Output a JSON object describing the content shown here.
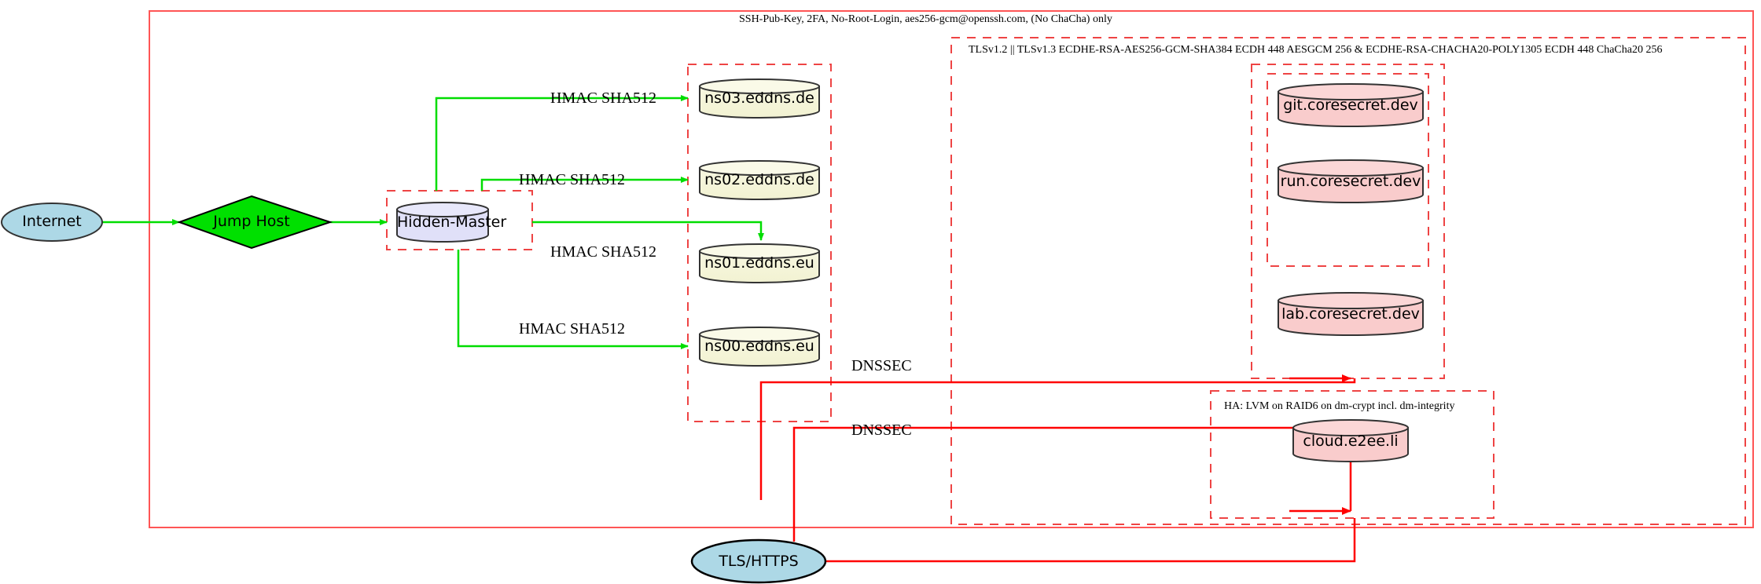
{
  "diagram": {
    "title_labels": {
      "ssh_policy": "SSH-Pub-Key, 2FA, No-Root-Login, aes256-gcm@openssh.com, (No ChaCha) only",
      "tls_policy": "TLSv1.2 || TLSv1.3 ECDHE-RSA-AES256-GCM-SHA384 ECDH 448 AESGCM 256 & ECDHE-RSA-CHACHA20-POLY1305 ECDH 448 ChaCha20 256",
      "storage_policy": "HA: LVM on RAID6 on dm-crypt incl. dm-integrity"
    },
    "nodes": {
      "internet": "Internet",
      "jump_host": "Jump Host",
      "hidden_master": "Hidden-Master",
      "ns03": "ns03.eddns.de",
      "ns02": "ns02.eddns.de",
      "ns01": "ns01.eddns.eu",
      "ns00": "ns00.eddns.eu",
      "git": "git.coresecret.dev",
      "run": "run.coresecret.dev",
      "lab": "lab.coresecret.dev",
      "cloud": "cloud.e2ee.li",
      "tls_https": "TLS/HTTPS"
    },
    "edge_labels": {
      "hmac_ns03": "HMAC SHA512",
      "hmac_ns02": "HMAC SHA512",
      "hmac_ns01": "HMAC SHA512",
      "hmac_ns00": "HMAC SHA512",
      "dnssec_upper": "DNSSEC",
      "dnssec_lower": "DNSSEC"
    },
    "colors": {
      "boundary_red": "#ff5555",
      "edge_green": "#00dd00",
      "edge_red": "#ff0000",
      "internet_fill": "#add8e6",
      "jump_host_fill": "#00e000",
      "hidden_master_fill": "#e0e0f8",
      "dns_fill": "#f5f5dc",
      "service_fill": "#f9cccc",
      "stroke_dark": "#333333"
    }
  }
}
